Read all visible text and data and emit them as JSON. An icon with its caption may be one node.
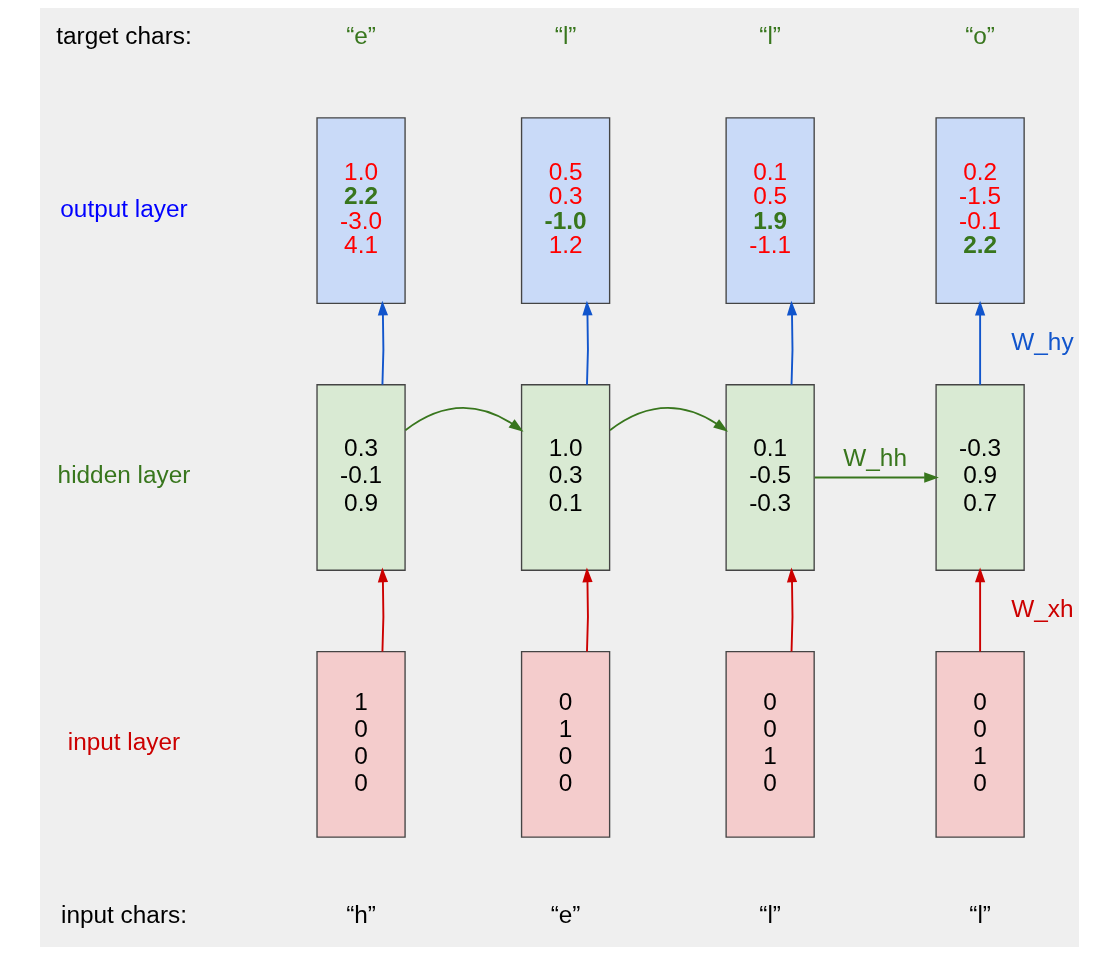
{
  "diagram": {
    "nodes": [
      {
        "text": [
          "1.0",
          "**2.2**",
          "-3.0",
          "4.1"
        ]
      },
      {
        "text": [
          "0.5",
          "0.3",
          "**-1.0**",
          "1.2"
        ]
      },
      {
        "text": [
          "0.1",
          "0.5",
          "**1.9**",
          "-1.1"
        ]
      },
      {
        "text": [
          "0.2",
          "-1.5",
          "-0.1",
          "**2.2**"
        ]
      },
      {
        "text": [
          "0.3",
          "-0.1",
          "0.9"
        ]
      },
      {
        "text": [
          "1.0",
          "0.3",
          "0.1"
        ]
      },
      {
        "text": [
          "0.1",
          "-0.5",
          "-0.3"
        ]
      },
      {
        "text": [
          "-0.3",
          "0.9",
          "0.7"
        ]
      },
      {
        "text": [
          "1",
          "0",
          "0",
          "0"
        ]
      },
      {
        "text": [
          "0",
          "1",
          "0",
          "0"
        ]
      },
      {
        "text": [
          "0",
          "0",
          "1",
          "0"
        ]
      },
      {
        "text": [
          "0",
          "0",
          "1",
          "0"
        ]
      }
    ],
    "edges": [
      {
        "from": 4,
        "to": 0,
        "arrow": "to",
        "color": "#1155cc"
      },
      {
        "from": 5,
        "to": 1,
        "arrow": "to",
        "color": "#1155cc"
      },
      {
        "from": 6,
        "to": 2,
        "arrow": "to",
        "color": "#1155cc"
      },
      {
        "from": 7,
        "to": 3,
        "arrow": "to",
        "color": "#1155cc",
        "label": "W_hy"
      },
      {
        "from": 4,
        "to": 5,
        "arrow": "to",
        "color": "#38761d"
      },
      {
        "from": 5,
        "to": 6,
        "arrow": "to",
        "color": "#38761d"
      },
      {
        "from": 6,
        "to": 7,
        "arrow": "to",
        "color": "#38761d",
        "label": "W_hh"
      },
      {
        "from": 8,
        "to": 4,
        "arrow": "to",
        "color": "#cc0000"
      },
      {
        "from": 9,
        "to": 5,
        "arrow": "to",
        "color": "#cc0000"
      },
      {
        "from": 10,
        "to": 6,
        "arrow": "to",
        "color": "#cc0000"
      },
      {
        "from": 11,
        "to": 7,
        "arrow": "to",
        "color": "#cc0000",
        "label": "W_xh"
      }
    ],
    "labels": [
      "target chars:",
      "“e”",
      "“l”",
      "“l”",
      "“o”",
      "output layer",
      "hidden layer",
      "input layer",
      "input chars:",
      "“h”",
      "“e”",
      "“l”",
      "“l”"
    ]
  }
}
